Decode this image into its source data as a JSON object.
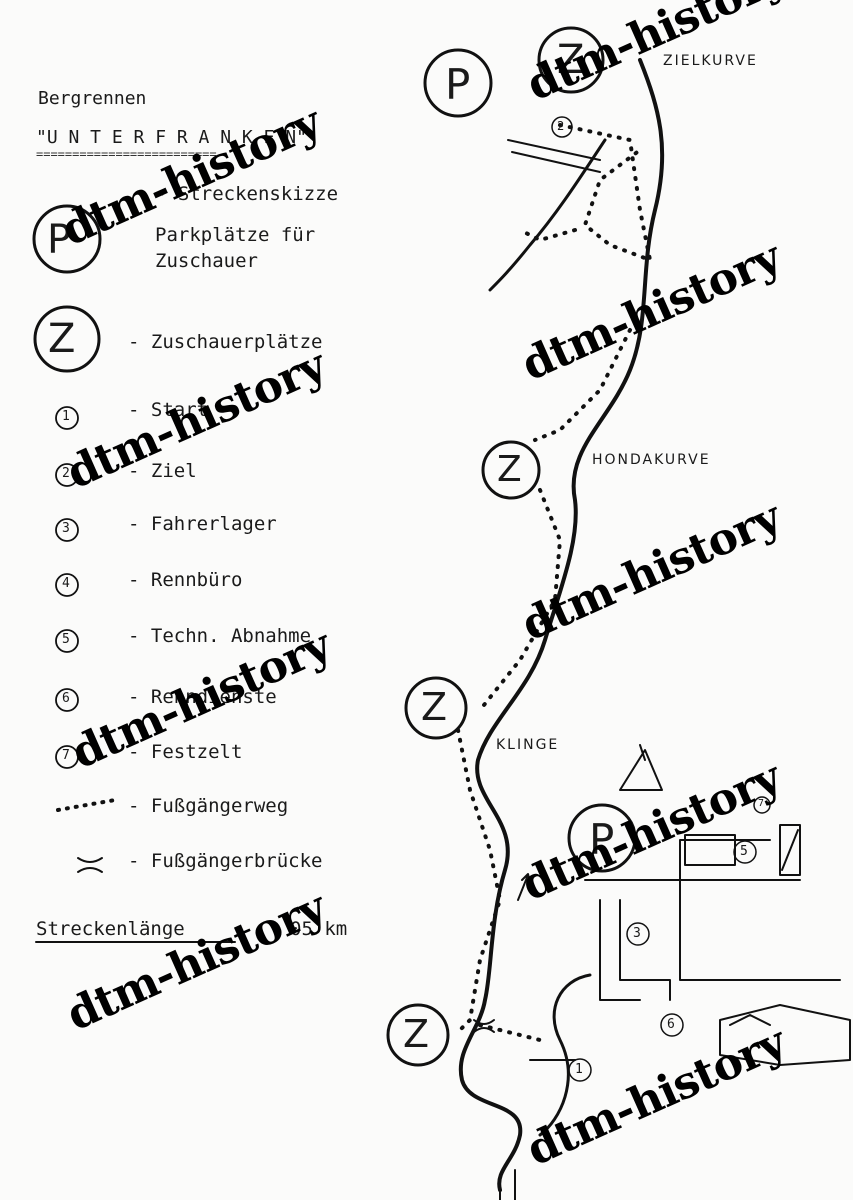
{
  "header": {
    "title": "Bergrennen",
    "event": "\"U N T E R F R A N K E N\"",
    "underline": "=========================",
    "subtitle": "- Streckenskizze"
  },
  "legend": [
    {
      "symbol": "P",
      "text": "Parkplätze für",
      "text2": "Zuschauer"
    },
    {
      "symbol": "Z",
      "text": "- Zuschauerplätze"
    },
    {
      "symbol": "1",
      "text": "- Start"
    },
    {
      "symbol": "2",
      "text": "- Ziel"
    },
    {
      "symbol": "3",
      "text": "- Fahrerlager"
    },
    {
      "symbol": "4",
      "text": "- Rennbüro"
    },
    {
      "symbol": "5",
      "text": "- Techn. Abnahme"
    },
    {
      "symbol": "6",
      "text": "- Renndienste"
    },
    {
      "symbol": "7",
      "text": "- Festzelt"
    },
    {
      "symbol": "dotted-line",
      "text": "- Fußgängerweg"
    },
    {
      "symbol": "bridge",
      "text": "- Fußgängerbrücke"
    }
  ],
  "track_length": {
    "label": "Streckenlänge",
    "value": "05 km"
  },
  "map_labels": {
    "zielkurve": "ZIELKURVE",
    "hondakurve": "HONDAKURVE",
    "klinge": "KLINGE"
  },
  "map_markers": {
    "p": "P",
    "z": "Z",
    "n1": "1",
    "n2": "2",
    "n3": "3",
    "n5": "5",
    "n6": "6",
    "n7": "7"
  },
  "watermark": "dtm-history"
}
